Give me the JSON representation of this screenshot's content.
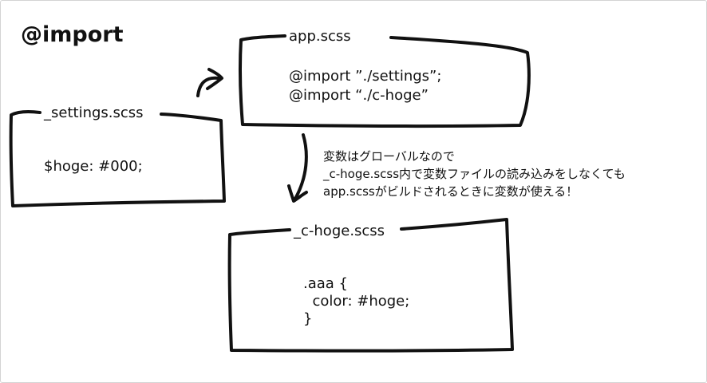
{
  "title": "@import",
  "settings_file": {
    "name": "_settings.scss",
    "code": "$hoge: #000;"
  },
  "app_file": {
    "name": "app.scss",
    "lines": [
      "@import ”./settings”;",
      "@import “./c-hoge”"
    ]
  },
  "hoge_file": {
    "name": "_c-hoge.scss",
    "lines": [
      ".aaa {",
      "  color: #hoge;",
      "}"
    ]
  },
  "note": {
    "lines": [
      "変数はグローバルなので",
      "_c-hoge.scss内で変数ファイルの読み込みをしなくても",
      "app.scssがビルドされるときに変数が使える！"
    ]
  },
  "colors": {
    "ink": "#111111",
    "frame": "#d4d4d4",
    "background": "#ffffff"
  }
}
